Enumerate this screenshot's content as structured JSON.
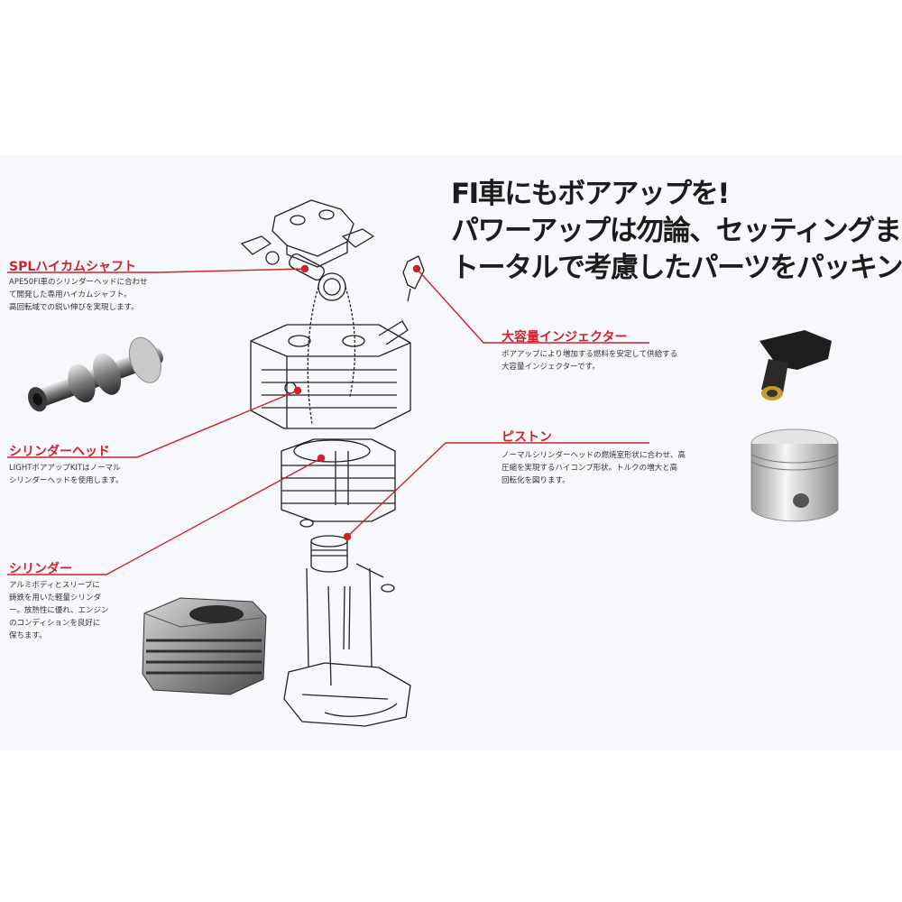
{
  "colors": {
    "accent_red": "#d0202a",
    "headline": "#1c1c1c",
    "body_text": "#333333",
    "metal_dark": "#3a3a3a",
    "metal_light": "#c9c9c9"
  },
  "headline": {
    "line1": "FI車にもボアアップを!",
    "line2": "パワーアップは勿論、セッティングまで",
    "line3": "トータルで考慮したパーツをパッキング"
  },
  "callouts": {
    "camshaft": {
      "title": "SPLハイカムシャフト",
      "line1": "APE50FI車のシリンダーヘッドに合わせ",
      "line2": "て開発した専用ハイカムシャフト。",
      "line3": "高回転域での鋭い伸びを実現します。"
    },
    "cylinder_head": {
      "title": "シリンダーヘッド",
      "line1": "LIGHTボアアップKITはノーマル",
      "line2": "シリンダーヘッドを使用します。"
    },
    "cylinder": {
      "title": "シリンダー",
      "line1": "アルミボディとスリーブに",
      "line2": "鋳鉄を用いた軽量シリンダ",
      "line3": "ー。放熱性に優れ、エンジン",
      "line4": "のコンディションを良好に",
      "line5": "保ちます。"
    },
    "injector": {
      "title": "大容量インジェクター",
      "line1": "ボアアップにより増加する燃料を安定して供給する",
      "line2": "大容量インジェクターです。"
    },
    "piston": {
      "title": "ピストン",
      "line1": "ノーマルシリンダーヘッドの燃焼室形状に合わせ、高",
      "line2": "圧縮を実現するハイコンプ形状。トルクの増大と高",
      "line3": "回転化を図ります。"
    }
  }
}
